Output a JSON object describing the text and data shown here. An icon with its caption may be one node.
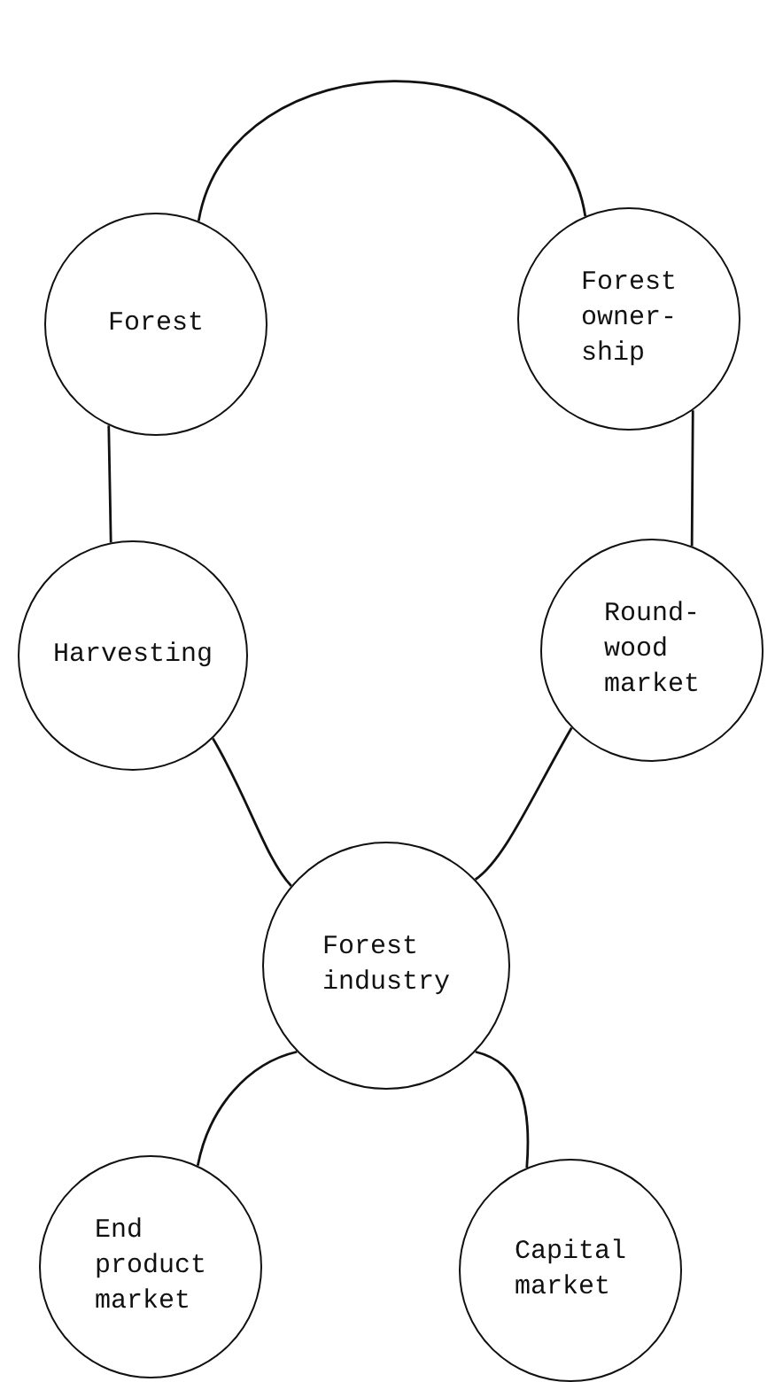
{
  "diagram": {
    "nodes": [
      {
        "text": [
          "Forest"
        ]
      },
      {
        "text": [
          "Forest owner- ship"
        ]
      },
      {
        "text": [
          "Harvesting"
        ]
      },
      {
        "text": [
          "Round- wood market"
        ]
      },
      {
        "text": [
          "Forest industry"
        ]
      },
      {
        "text": [
          "End product market"
        ]
      },
      {
        "text": [
          "Capital market"
        ]
      }
    ],
    "edges": [
      {
        "from": 0,
        "to": 1,
        "arrow": "none"
      },
      {
        "from": 0,
        "to": 2,
        "arrow": "none"
      },
      {
        "from": 1,
        "to": 3,
        "arrow": "none"
      },
      {
        "from": 2,
        "to": 4,
        "arrow": "none"
      },
      {
        "from": 3,
        "to": 4,
        "arrow": "none"
      },
      {
        "from": 4,
        "to": 5,
        "arrow": "none"
      },
      {
        "from": 4,
        "to": 6,
        "arrow": "none"
      }
    ]
  }
}
